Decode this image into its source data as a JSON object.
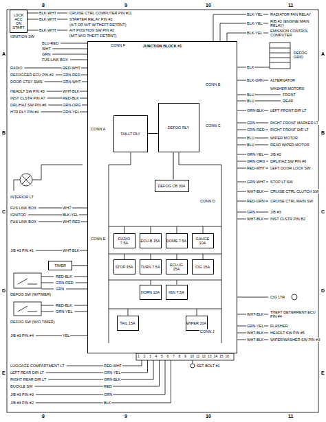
{
  "diagram": {
    "nodes": [
      {
        "text": [
          "JUNCTION BLOCK #1"
        ]
      },
      {
        "text": [
          "LOCK",
          "ACC",
          "ON",
          "START"
        ]
      },
      {
        "text": [
          "TAILLT RLY"
        ],
        "in": 0
      },
      {
        "text": [
          "DEFOG RLY"
        ],
        "in": 0
      },
      {
        "text": [
          "DEFOG CB 30A"
        ],
        "in": 0
      },
      {
        "text": [
          "RADIO 7.5A"
        ],
        "in": 0
      },
      {
        "text": [
          "ECU-B 15A"
        ],
        "in": 0
      },
      {
        "text": [
          "DOME 7.5A"
        ],
        "in": 0
      },
      {
        "text": [
          "GAUGE 10A"
        ],
        "in": 0
      },
      {
        "text": [
          "STOP 15A"
        ],
        "in": 0
      },
      {
        "text": [
          "TURN 7.5A"
        ],
        "in": 0
      },
      {
        "text": [
          "ECU-IG 15A"
        ],
        "in": 0
      },
      {
        "text": [
          "CIG 15A"
        ],
        "in": 0
      },
      {
        "text": [
          "HORN 10A"
        ],
        "in": 0
      },
      {
        "text": [
          "IGN 7.5A"
        ],
        "in": 0
      },
      {
        "text": [
          "TAIL 15A"
        ],
        "in": 0
      },
      {
        "text": [
          "WIPER 20A"
        ],
        "in": 0
      },
      {
        "text": [
          "TIMER"
        ]
      }
    ],
    "edges": [
      {
        "from": 2,
        "to": 3,
        "arrow": "none"
      },
      {
        "from": 3,
        "to": 4,
        "arrow": "none"
      },
      {
        "from": 17,
        "to": 0,
        "arrow": "none"
      }
    ],
    "labels": [
      "8",
      "9",
      "10",
      "11",
      "8",
      "9",
      "10",
      "11",
      "A",
      "B",
      "C",
      "D",
      "E",
      "A",
      "B",
      "C",
      "D",
      "E",
      "IGNITION SW",
      "CRUISE CTRL COMPUTER PIN #11",
      "BLK-WHT",
      "STARTER RELAY PIN #2",
      "BLK-WHT",
      "(A/T OR M/T W/THEFT DETRNT)",
      "A/T POSITION SW PIN #2",
      "BLK-WHT",
      "(M/T W/O THEFT DETRNT)",
      "BLU-RED",
      "WHT",
      "GRN",
      "FUS LINK BOX",
      "RADIO",
      "RED-WHT",
      "DEFOGGER ECU PIN #2",
      "GRN-RED",
      "DOOR CTSY SWS",
      "GRN-WHT",
      "HEADLT SW PIN #3",
      "WHT-BLK",
      "INST CLSTR PIN A7",
      "RED-BLK",
      "DRL/HAZ SW PIN #6",
      "GRN-ORG",
      "HTR RLY PIN #4",
      "GRN-YEL",
      "INTERIOR LT",
      "FUS LINK BOX",
      "WHT",
      "IGNITOR",
      "BLK-YEL",
      "FUS LINK BOX",
      "WHT-RED",
      "J/B #3 PIN #1",
      "WHT-BLK",
      "RED-BLK",
      "GRN-RED",
      "GRN",
      "DEFOG SW (W/TIMER)",
      "RED-BLK",
      "GRN-YEL",
      "DEFOG SW (W/O TIMER)",
      "J/B #3 PIN #4",
      "YEL",
      "LUGGAGE COMPARTMENT LT",
      "RED-WHT",
      "LEFT REAR DIR LT",
      "GRN-YEL",
      "RIGHT REAR DIR LT",
      "GRN-BLK",
      "BUCKLE SW",
      "RED",
      "J/B #3 PIN #3",
      "GRN",
      "J/B #3 PIN #2",
      "BLK",
      "SET BOLT #1",
      "CONN F",
      "CONN A",
      "CONN E",
      "CONN B",
      "CONN C",
      "CONN D",
      "CONN J",
      "RADIATOR FAN RELAY",
      "BLK-YEL",
      "R/B #2 (ENGINE MAIN RELAY)",
      "BLK-YEL",
      "EMISSION CONTROL COMPUTER",
      "BLK-YEL",
      "DEFOG GRID",
      "BLK",
      "ALTERNATOR",
      "BLK-GRN",
      "WASHER MOTORS",
      "FRONT",
      "BLU",
      "REAR",
      "BLU",
      "LEFT FRONT DIR LT",
      "GRN-BLK",
      "RIGHT FRONT MARKER LT",
      "GRN",
      "RIGHT FRONT DIR LT",
      "GRN-RED",
      "WIPER MOTOR",
      "BLU",
      "REAR WIPER MOTOR",
      "BLU",
      "J/B #2",
      "GRN-YEL",
      "DRL/HAZ SW PIN #6",
      "GRN-ORG",
      "LEFT DOOR LOCK SW",
      "RED-WHT",
      "STOP LT SW",
      "GRN-WHT",
      "CRUISE CTRL CLUTCH SW",
      "WHT-BLK",
      "CRUISE CTRL MAIN SW",
      "RED-GRN",
      "J/B #3",
      "GRN",
      "INST CLSTR PIN B2",
      "WHT-BLK",
      "CIG LTR",
      "THEFT DETERRENT ECU PIN #4",
      "WHT-BLK",
      "FLASHER",
      "GRN-YEL",
      "HEADLT SW PIN #5",
      "WHT-BLK",
      "WIPER/WASHER SW PIN #3",
      "WHT-BLK",
      "1",
      "2",
      "3",
      "4",
      "5",
      "6",
      "7",
      "8",
      "9",
      "10",
      "11",
      "12",
      "13",
      "14",
      "15",
      "16"
    ]
  }
}
